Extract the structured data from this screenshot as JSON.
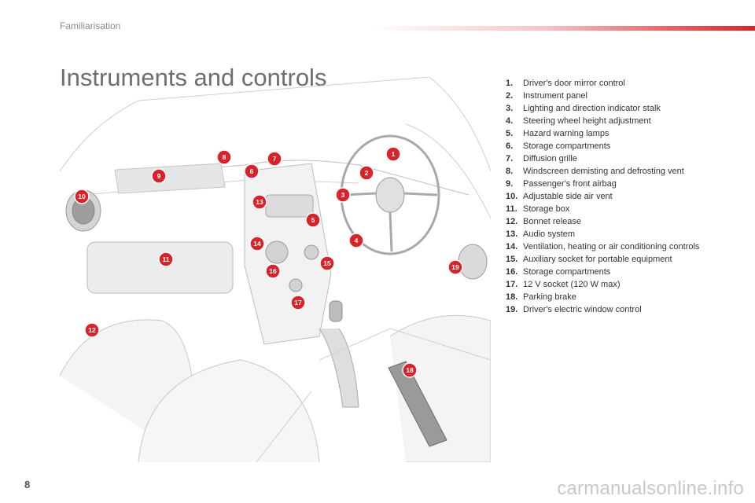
{
  "header": {
    "section": "Familiarisation",
    "title": "Instruments and controls"
  },
  "footer": {
    "page_number": "8",
    "watermark": "carmanualsonline.info"
  },
  "colors": {
    "accent": "#d8232a"
  },
  "legend": [
    {
      "num": "1.",
      "text": "Driver's door mirror control"
    },
    {
      "num": "2.",
      "text": "Instrument panel"
    },
    {
      "num": "3.",
      "text": "Lighting and direction indicator stalk"
    },
    {
      "num": "4.",
      "text": "Steering wheel height adjustment"
    },
    {
      "num": "5.",
      "text": "Hazard warning lamps"
    },
    {
      "num": "6.",
      "text": "Storage compartments"
    },
    {
      "num": "7.",
      "text": "Diffusion grille"
    },
    {
      "num": "8.",
      "text": "Windscreen demisting and defrosting vent"
    },
    {
      "num": "9.",
      "text": "Passenger's front airbag"
    },
    {
      "num": "10.",
      "text": "Adjustable side air vent"
    },
    {
      "num": "11.",
      "text": "Storage box"
    },
    {
      "num": "12.",
      "text": "Bonnet release"
    },
    {
      "num": "13.",
      "text": "Audio system"
    },
    {
      "num": "14.",
      "text": "Ventilation, heating or air conditioning controls"
    },
    {
      "num": "15.",
      "text": "Auxiliary socket for portable equipment"
    },
    {
      "num": "16.",
      "text": "Storage compartments"
    },
    {
      "num": "17.",
      "text": "12 V socket (120 W max)"
    },
    {
      "num": "18.",
      "text": "Parking brake"
    },
    {
      "num": "19.",
      "text": "Driver's electric window control"
    }
  ],
  "callout_labels": [
    "1",
    "2",
    "3",
    "4",
    "5",
    "6",
    "7",
    "8",
    "9",
    "10",
    "11",
    "12",
    "13",
    "14",
    "15",
    "16",
    "17",
    "18",
    "19"
  ]
}
